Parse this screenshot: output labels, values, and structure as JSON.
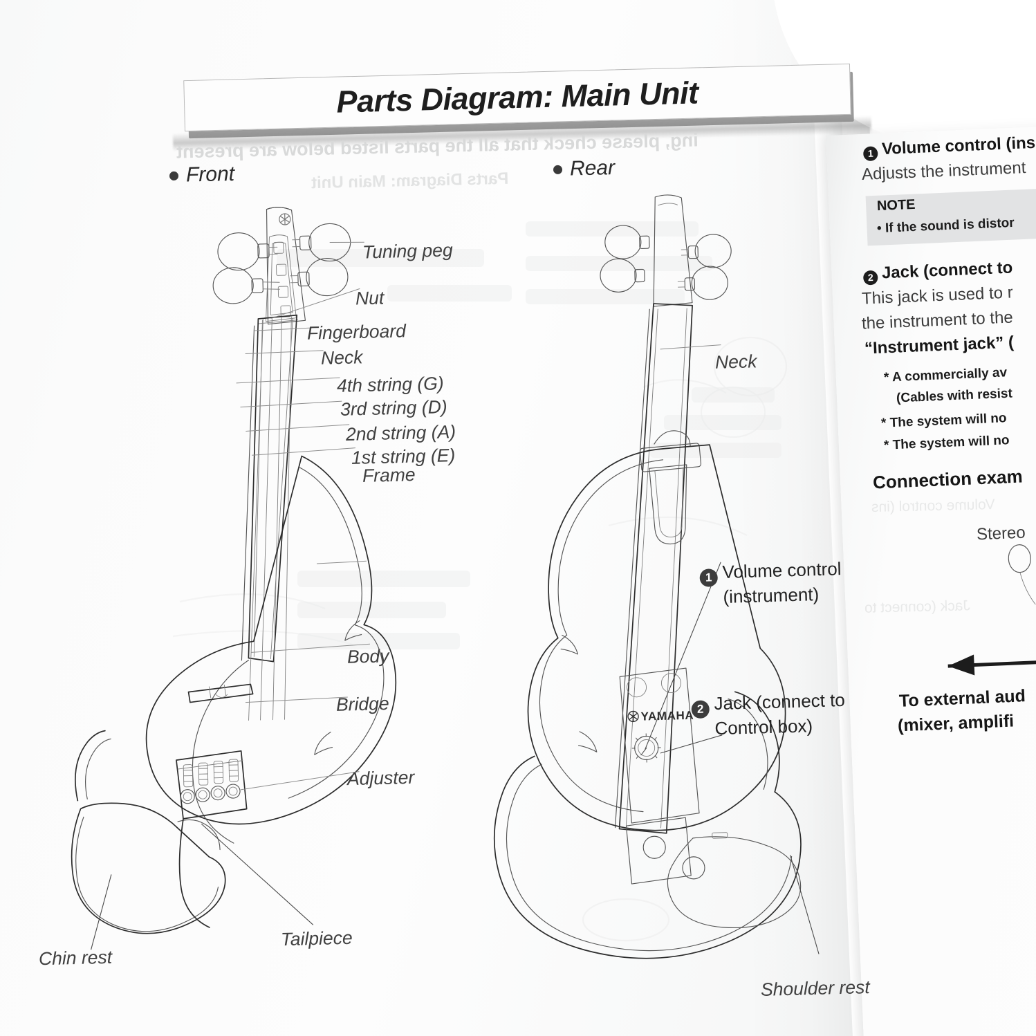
{
  "document": {
    "title": "Parts Diagram: Main Unit",
    "brand": "YAMAHA",
    "brand_mark": "tuning-fork-mark"
  },
  "sections": {
    "front": {
      "label": "Front",
      "bullet": "filled-dot"
    },
    "rear": {
      "label": "Rear",
      "bullet": "filled-dot"
    }
  },
  "front_labels": [
    {
      "id": "tuning-peg",
      "text": "Tuning peg"
    },
    {
      "id": "nut",
      "text": "Nut"
    },
    {
      "id": "fingerboard",
      "text": "Fingerboard"
    },
    {
      "id": "neck",
      "text": "Neck"
    },
    {
      "id": "string-4",
      "text": "4th string (G)"
    },
    {
      "id": "string-3",
      "text": "3rd string (D)"
    },
    {
      "id": "string-2",
      "text": "2nd string (A)"
    },
    {
      "id": "string-1",
      "text": "1st string (E)"
    },
    {
      "id": "frame",
      "text": "Frame"
    },
    {
      "id": "body",
      "text": "Body"
    },
    {
      "id": "bridge",
      "text": "Bridge"
    },
    {
      "id": "adjuster",
      "text": "Adjuster"
    },
    {
      "id": "tailpiece",
      "text": "Tailpiece"
    },
    {
      "id": "chin-rest",
      "text": "Chin rest"
    }
  ],
  "rear_labels": [
    {
      "id": "neck",
      "text": "Neck"
    },
    {
      "id": "shoulder-rest",
      "text": "Shoulder rest"
    }
  ],
  "rear_callouts": [
    {
      "number": "1",
      "line1": "Volume control",
      "line2": "(instrument)"
    },
    {
      "number": "2",
      "line1": "Jack (connect to",
      "line2": "Control box)"
    }
  ],
  "right_page": {
    "item1_heading_num": "1",
    "item1_heading": "Volume control (ins",
    "item1_body": "Adjusts the instrument",
    "note_title": "NOTE",
    "note_bullet": "•  If the sound is distor",
    "item2_heading_num": "2",
    "item2_heading": "Jack (connect to",
    "item2_body1": "This jack is used to r",
    "item2_body2": "the instrument to the",
    "item2_body3": "“Instrument jack” (",
    "star1a": "*   A commercially av",
    "star1b": "(Cables with resist",
    "star2": "*  The system will no",
    "star3": "*  The system will no",
    "conn_heading": "Connection exam",
    "stereo_label": "Stereo",
    "external_line1": "To external aud",
    "external_line2": "(mixer, amplifi",
    "arrow": "left-arrow"
  },
  "showthrough": {
    "line1": "ing, please check that all the parts listed below are present",
    "line2": "Parts Diagram: Main Unit"
  },
  "colors": {
    "ink": "#2c2c2c",
    "label_gray": "#404040",
    "page": "#fbfbfb",
    "badge": "#3c3c3c",
    "note_bg": "#e2e3e4"
  }
}
